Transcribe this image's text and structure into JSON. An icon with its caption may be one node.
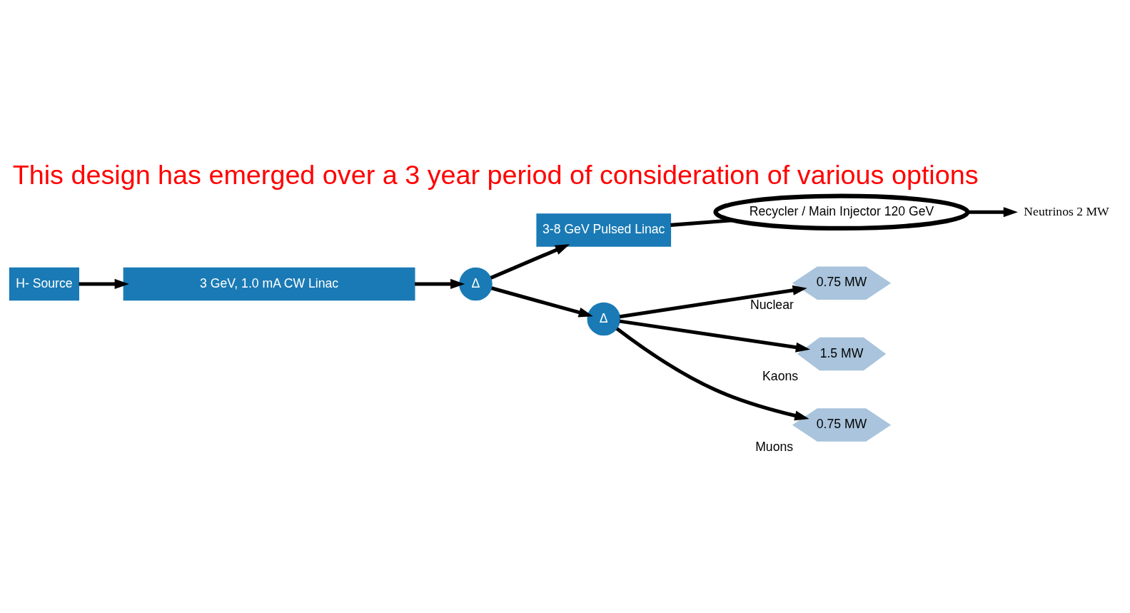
{
  "diagram": {
    "title": "This design has emerged over a 3 year period of consideration of various options",
    "nodes": [
      {
        "text": [
          "H- Source"
        ]
      },
      {
        "text": [
          "3 GeV, 1.0 mA CW Linac"
        ]
      },
      {
        "text": [
          "Δ"
        ]
      },
      {
        "text": [
          "3-8 GeV Pulsed Linac"
        ]
      },
      {
        "text": [
          "Recycler / Main Injector 120 GeV"
        ]
      },
      {
        "text": [
          "Neutrinos 2 MW"
        ]
      },
      {
        "text": [
          "Δ"
        ]
      },
      {
        "text": [
          "0.75 MW"
        ],
        "beside": [
          "Nuclear"
        ]
      },
      {
        "text": [
          "1.5 MW"
        ],
        "beside": [
          "Kaons"
        ]
      },
      {
        "text": [
          "0.75 MW"
        ],
        "beside": [
          "Muons"
        ]
      }
    ],
    "edges": [
      {
        "from": 0,
        "to": 1,
        "arrow": "to"
      },
      {
        "from": 1,
        "to": 2,
        "arrow": "to"
      },
      {
        "from": 2,
        "to": 3,
        "arrow": "to"
      },
      {
        "from": 2,
        "to": 6,
        "arrow": "to"
      },
      {
        "from": 3,
        "to": 4,
        "arrow": "none"
      },
      {
        "from": 4,
        "to": 5,
        "arrow": "to"
      },
      {
        "from": 6,
        "to": 7,
        "arrow": "to"
      },
      {
        "from": 6,
        "to": 8,
        "arrow": "to"
      },
      {
        "from": 6,
        "to": 9,
        "arrow": "to"
      }
    ]
  }
}
